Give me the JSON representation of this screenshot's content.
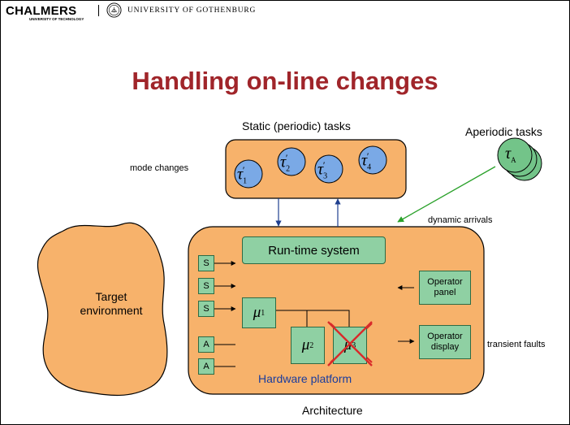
{
  "header": {
    "chalmers": "CHALMERS",
    "chalmers_sub": "UNIVERSITY OF TECHNOLOGY",
    "gothenburg": "UNIVERSITY OF GOTHENBURG"
  },
  "slide": {
    "title": "Handling on-line changes"
  },
  "diagram": {
    "static_tasks_label": "Static (periodic) tasks",
    "aperiodic_tasks_label": "Aperiodic tasks",
    "mode_changes": "mode changes",
    "dynamic_arrivals": "dynamic arrivals",
    "transient_faults": "transient faults",
    "architecture": "Architecture",
    "runtime_system": "Run-time system",
    "hardware_platform": "Hardware platform",
    "target_environment_line1": "Target",
    "target_environment_line2": "environment",
    "operator_panel_line1": "Operator",
    "operator_panel_line2": "panel",
    "operator_display_line1": "Operator",
    "operator_display_line2": "display",
    "sensors": [
      "S",
      "S",
      "S"
    ],
    "actuators": [
      "A",
      "A"
    ],
    "task_symbol": "τ",
    "tasks": [
      {
        "prime": "′",
        "sub": "1"
      },
      {
        "prime": "′",
        "sub": "2"
      },
      {
        "prime": "′",
        "sub": "3"
      },
      {
        "prime": "′",
        "sub": "4"
      }
    ],
    "aperiodic_sub": "A",
    "processor_symbol": "μ",
    "processors": [
      {
        "sub": "1"
      },
      {
        "sub": "2"
      },
      {
        "sub": "3"
      }
    ],
    "colors": {
      "title": "#a0252a",
      "orange": "#f7b26b",
      "task_blue": "#7aa9e6",
      "box_green": "#8fd0a3",
      "aperiodic_green": "#73c489",
      "fault_cross": "#d92a2a",
      "arrival_arrow": "#2aa12a",
      "hw_label": "#1a3c9e"
    }
  }
}
